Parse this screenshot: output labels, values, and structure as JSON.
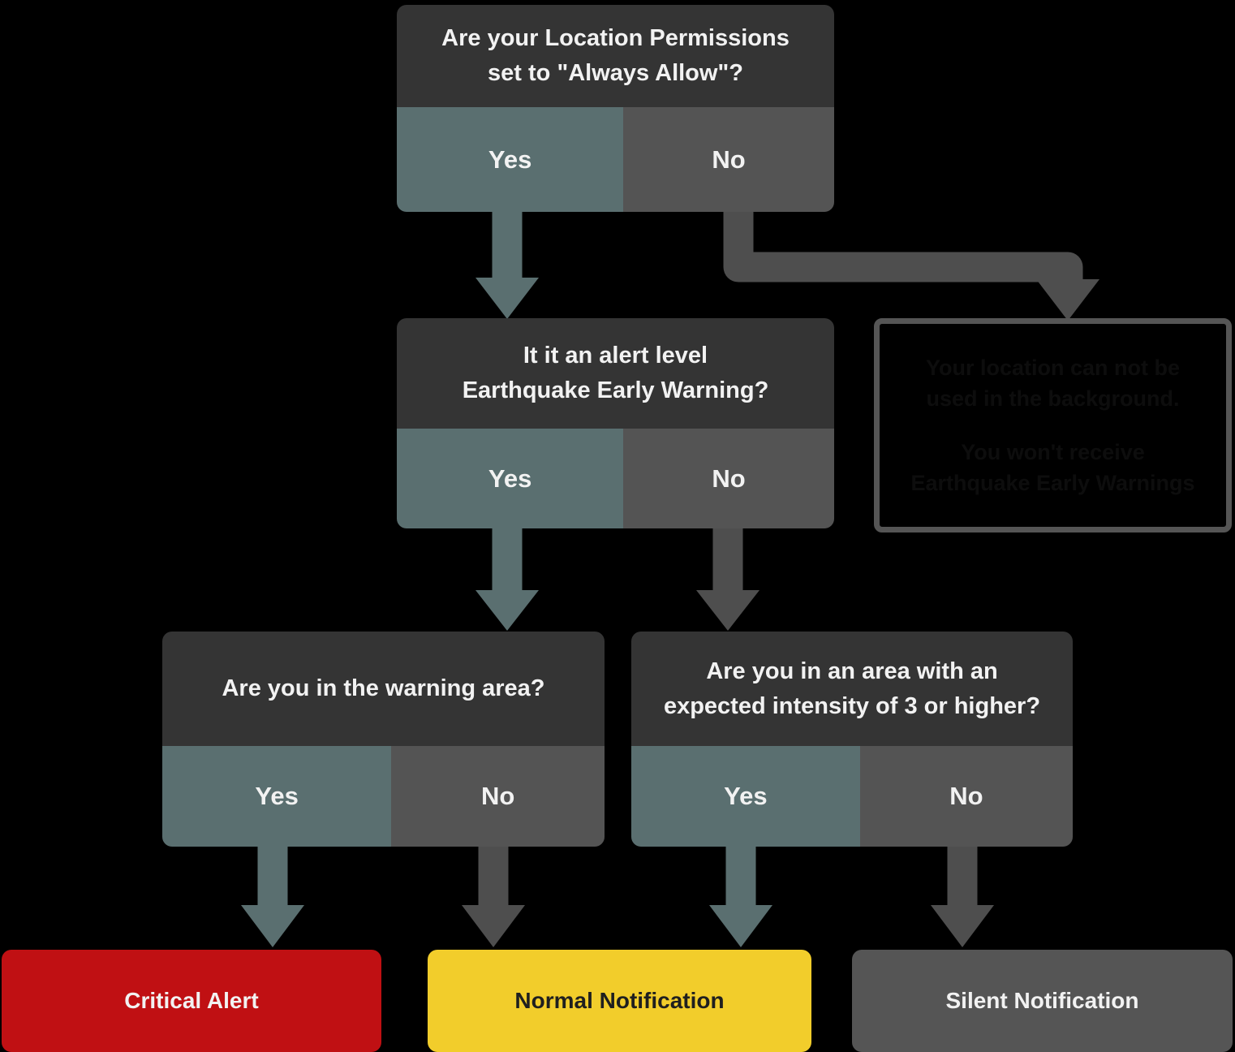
{
  "background": "#000000",
  "colors": {
    "background": "#000000",
    "question_bg": "#343434",
    "yes_bg": "#5A6F70",
    "no_bg": "#545454",
    "yes_arrow": "#5A6F70",
    "no_arrow": "#4E4E4E",
    "critical_bg": "#C01013",
    "normal_bg": "#F2CD2B",
    "silent_bg": "#555555",
    "info_border": "#555555",
    "info_text": "#0D0D0D",
    "light_text": "#F2F2F2",
    "dark_text": "#1F1F1F"
  },
  "nodes": {
    "q1": {
      "question": "Are your Location Permissions\nset to \"Always Allow\"?",
      "yes": "Yes",
      "no": "No"
    },
    "q2": {
      "question": "It it an alert level\nEarthquake Early Warning?",
      "yes": "Yes",
      "no": "No"
    },
    "q3": {
      "question": "Are you in the warning area?",
      "yes": "Yes",
      "no": "No"
    },
    "q4": {
      "question": "Are you in an area with an\nexpected intensity of 3 or higher?",
      "yes": "Yes",
      "no": "No"
    },
    "info": {
      "para1": "Your location can not be\nused in the background.",
      "para2": "You won't receive\nEarthquake Early Warnings"
    },
    "outcomes": {
      "critical": "Critical Alert",
      "normal": "Normal Notification",
      "silent": "Silent Notification"
    }
  }
}
